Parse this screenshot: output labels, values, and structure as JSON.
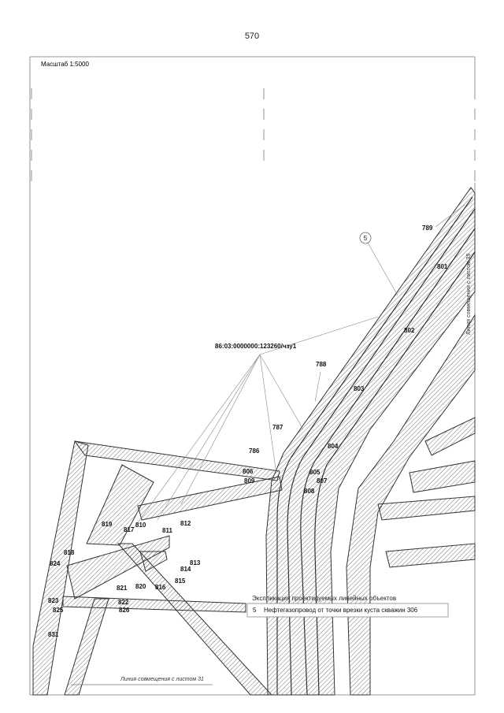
{
  "page_number": "570",
  "scale_label": "Масштаб 1:5000",
  "parcel_label": "86:03:0000000:123260/чзу1",
  "object_marker": "5",
  "match_line_right": "Линия совмещения с листом 29",
  "match_line_bottom": "Линия совмещения с листом 31",
  "legend": {
    "title": "Экспликация проектируемых линейных объектов",
    "items": [
      {
        "num": "5",
        "name": "Нефтегазопровод от точки врезки куста скважин 306"
      }
    ]
  },
  "points": [
    "786",
    "787",
    "788",
    "789",
    "801",
    "802",
    "803",
    "804",
    "805",
    "806",
    "807",
    "808",
    "809",
    "810",
    "811",
    "812",
    "813",
    "814",
    "815",
    "816",
    "817",
    "818",
    "819",
    "820",
    "821",
    "822",
    "823",
    "824",
    "825",
    "826",
    "831"
  ],
  "colors": {
    "line": "#333333",
    "leader": "#888888",
    "hatch": "#555555"
  }
}
